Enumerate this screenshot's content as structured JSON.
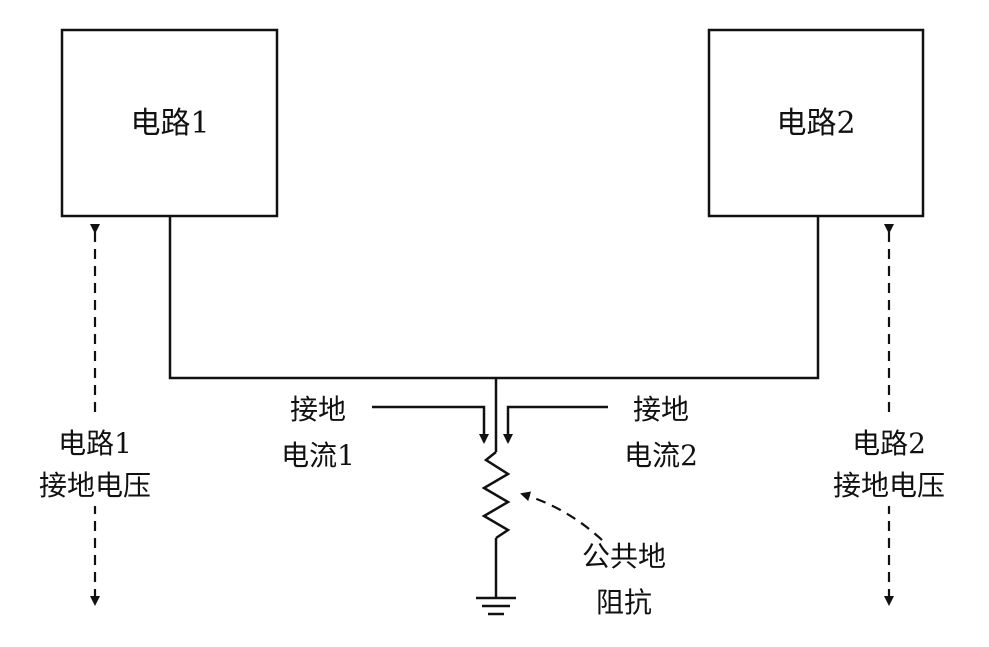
{
  "circuit1": {
    "label": "电路1"
  },
  "circuit2": {
    "label": "电路2"
  },
  "ground_current_1": {
    "line1": "接地",
    "line2": "电流1"
  },
  "ground_current_2": {
    "line1": "接地",
    "line2": "电流2"
  },
  "circuit1_ground_voltage": {
    "line1": "电路1",
    "line2": "接地电压"
  },
  "circuit2_ground_voltage": {
    "line1": "电路2",
    "line2": "接地电压"
  },
  "common_ground_impedance": {
    "line1": "公共地",
    "line2": "阻抗"
  }
}
